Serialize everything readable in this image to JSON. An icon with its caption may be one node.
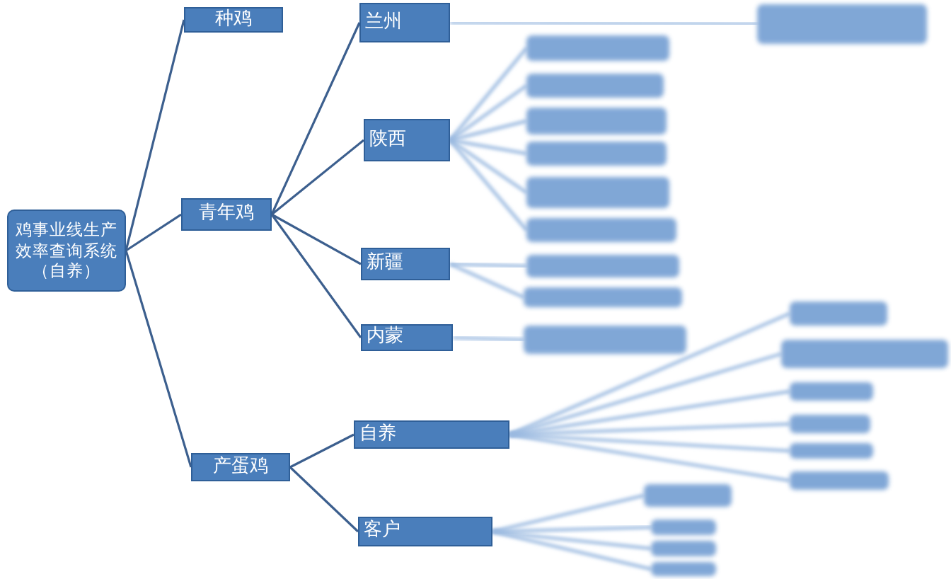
{
  "diagram": {
    "nodes": [
      {
        "text": [
          "鸡事业线生产效率查询系统（自养）"
        ]
      },
      {
        "text": [
          "种鸡"
        ]
      },
      {
        "text": [
          "青年鸡"
        ]
      },
      {
        "text": [
          "兰州"
        ]
      },
      {
        "text": [],
        "shape": "box"
      },
      {
        "text": [
          "陕西"
        ]
      },
      {
        "text": [],
        "shape": "box"
      },
      {
        "text": [],
        "shape": "box"
      },
      {
        "text": [],
        "shape": "box"
      },
      {
        "text": [],
        "shape": "box"
      },
      {
        "text": [],
        "shape": "box"
      },
      {
        "text": [],
        "shape": "box"
      },
      {
        "text": [
          "新疆"
        ]
      },
      {
        "text": [],
        "shape": "box"
      },
      {
        "text": [],
        "shape": "box"
      },
      {
        "text": [
          "内蒙"
        ]
      },
      {
        "text": [],
        "shape": "box"
      },
      {
        "text": [
          "产蛋鸡"
        ]
      },
      {
        "text": [
          "自养"
        ]
      },
      {
        "text": [],
        "shape": "box"
      },
      {
        "text": [],
        "shape": "box"
      },
      {
        "text": [],
        "shape": "box"
      },
      {
        "text": [],
        "shape": "box"
      },
      {
        "text": [],
        "shape": "box"
      },
      {
        "text": [],
        "shape": "box"
      },
      {
        "text": [
          "客户"
        ]
      },
      {
        "text": [],
        "shape": "box"
      },
      {
        "text": [],
        "shape": "box"
      },
      {
        "text": [],
        "shape": "box"
      },
      {
        "text": [],
        "shape": "box"
      }
    ],
    "edges": [
      {
        "from": 0,
        "to": 1,
        "arrow": "none",
        "color": "#3c5f8e"
      },
      {
        "from": 0,
        "to": 2,
        "arrow": "none",
        "color": "#3c5f8e"
      },
      {
        "from": 0,
        "to": 17,
        "arrow": "none",
        "color": "#3c5f8e"
      },
      {
        "from": 2,
        "to": 3,
        "arrow": "none",
        "color": "#3c5f8e"
      },
      {
        "from": 2,
        "to": 5,
        "arrow": "none",
        "color": "#3c5f8e"
      },
      {
        "from": 2,
        "to": 12,
        "arrow": "none",
        "color": "#3c5f8e"
      },
      {
        "from": 2,
        "to": 15,
        "arrow": "none",
        "color": "#3c5f8e"
      },
      {
        "from": 17,
        "to": 18,
        "arrow": "none",
        "color": "#3c5f8e"
      },
      {
        "from": 17,
        "to": 25,
        "arrow": "none",
        "color": "#3c5f8e"
      },
      {
        "from": 3,
        "to": 4,
        "arrow": "none"
      },
      {
        "from": 5,
        "to": 6,
        "arrow": "none"
      },
      {
        "from": 5,
        "to": 7,
        "arrow": "none"
      },
      {
        "from": 5,
        "to": 8,
        "arrow": "none"
      },
      {
        "from": 5,
        "to": 9,
        "arrow": "none"
      },
      {
        "from": 5,
        "to": 10,
        "arrow": "none"
      },
      {
        "from": 5,
        "to": 11,
        "arrow": "none"
      },
      {
        "from": 12,
        "to": 13,
        "arrow": "none"
      },
      {
        "from": 12,
        "to": 14,
        "arrow": "none"
      },
      {
        "from": 15,
        "to": 16,
        "arrow": "none"
      },
      {
        "from": 18,
        "to": 19,
        "arrow": "none"
      },
      {
        "from": 18,
        "to": 20,
        "arrow": "none"
      },
      {
        "from": 18,
        "to": 21,
        "arrow": "none"
      },
      {
        "from": 18,
        "to": 22,
        "arrow": "none"
      },
      {
        "from": 18,
        "to": 23,
        "arrow": "none"
      },
      {
        "from": 18,
        "to": 24,
        "arrow": "none"
      },
      {
        "from": 25,
        "to": 26,
        "arrow": "none"
      },
      {
        "from": 25,
        "to": 27,
        "arrow": "none"
      },
      {
        "from": 25,
        "to": 28,
        "arrow": "none"
      },
      {
        "from": 25,
        "to": 29,
        "arrow": "none"
      }
    ]
  }
}
